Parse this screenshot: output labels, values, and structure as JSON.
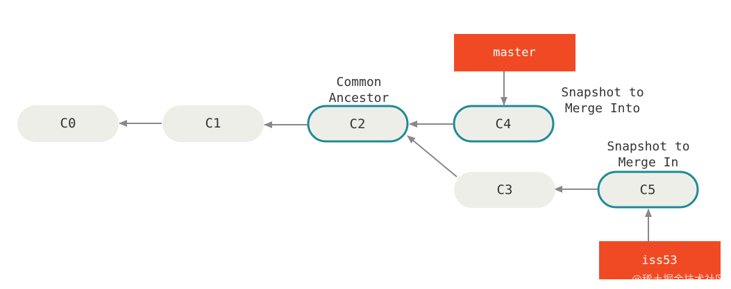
{
  "commits": {
    "c0": "C0",
    "c1": "C1",
    "c2": "C2",
    "c3": "C3",
    "c4": "C4",
    "c5": "C5"
  },
  "annotations": {
    "common_ancestor_line1": "Common",
    "common_ancestor_line2": "Ancestor",
    "merge_into_line1": "Snapshot to",
    "merge_into_line2": "Merge Into",
    "merge_in_line1": "Snapshot to",
    "merge_in_line2": "Merge In"
  },
  "refs": {
    "master": "master",
    "iss53": "iss53"
  },
  "watermark": "@稀土掘金技术社区",
  "colors": {
    "commit_fill": "#eeeee8",
    "highlight_stroke": "#1f8a96",
    "ref_fill": "#f04a24",
    "arrow": "#888888"
  }
}
